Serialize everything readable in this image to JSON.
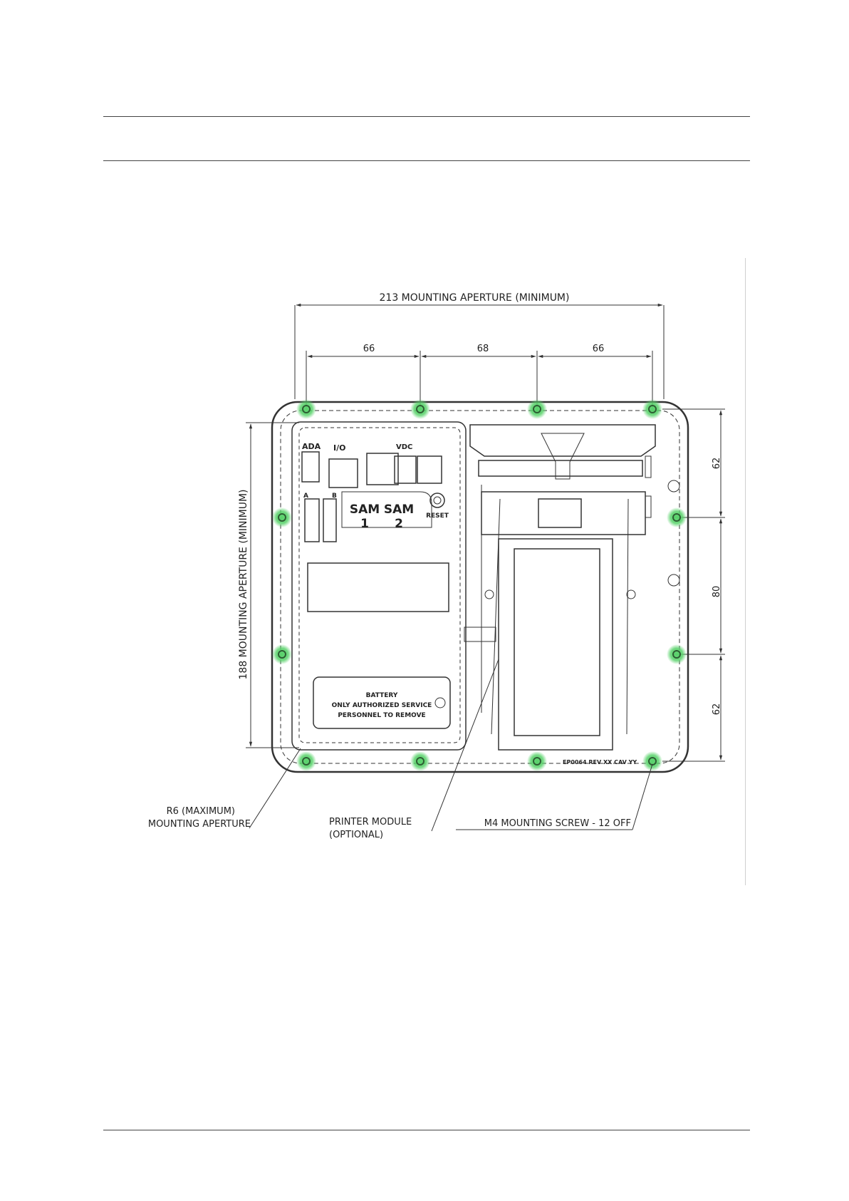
{
  "labels": {
    "width_title": "213 MOUNTING APERTURE (MINIMUM)",
    "height_title": "188 MOUNTING APERTURE (MINIMUM)",
    "spacing_left": "66",
    "spacing_mid": "68",
    "spacing_right": "66",
    "side_top": "62",
    "side_mid": "80",
    "side_bottom": "62",
    "r6_line1": "R6 (MAXIMUM)",
    "r6_line2": "MOUNTING APERTURE",
    "printer_line1": "PRINTER MODULE",
    "printer_line2": "(OPTIONAL)",
    "screw": "M4 MOUNTING SCREW - 12 OFF",
    "ada": "ADA",
    "io": "I/O",
    "vdc": "VDC",
    "sam1": "SAM",
    "sam1_num": "1",
    "sam2": "SAM",
    "sam2_num": "2",
    "reset": "RESET",
    "battery_line1": "BATTERY",
    "battery_line2": "ONLY AUTHORIZED SERVICE",
    "battery_line3": "PERSONNEL TO REMOVE",
    "part_number": "EP0064 REV XX   CAV YY",
    "port_a": "A",
    "port_b": "B"
  },
  "colors": {
    "screw_highlight": "#58d26a",
    "line": "#333333"
  }
}
